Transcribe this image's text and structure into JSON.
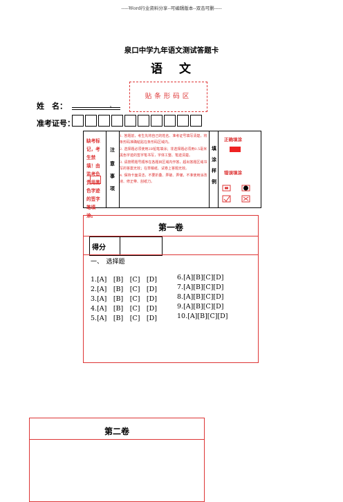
{
  "header_note": "-----Word行业资料分享--可编辑版本--双击可删-----",
  "title": "泉口中学九年语文测试答题卡",
  "subject": "语文",
  "barcode_label": "贴条形码区",
  "name_label": "姓　名：",
  "name_comma": "，",
  "id_label": "准考证号：",
  "notice": {
    "col1_text": "缺考标记，考生禁填！由监考负责用黑色字迹的签字笔填涂。",
    "col2_chars": [
      "注",
      "意",
      "事",
      "项"
    ],
    "items": [
      "1. 答题前，考生先将自己的姓名、准考证号填写清楚，将条形码准确粘贴在条形码区域内。",
      "2. 选择题必须使用2B铅笔填涂；非选择题必须用0.5毫米黑色字迹的签字笔书写，字体工整、笔迹清楚。",
      "3. 请按照题号顺序在各题目区域内作答，超出答题区域书写的答案无效；在草稿纸、试卷上答题无效。",
      "4. 保持卡面清洁，不要折叠、弄破、弄皱，不准使用涂改液、修正带、刮纸刀。"
    ],
    "col4_chars": [
      "填",
      "涂",
      "样",
      "例"
    ],
    "correct_label": "正确填涂",
    "wrong_label": "错误填涂"
  },
  "section1": {
    "title": "第一卷",
    "score_label": "得分",
    "question_type": "一、　选择题",
    "rows": [
      "1.[A]　[B]　[C]　[D]",
      "2.[A]　[B]　[C]　[D]",
      "3.[A]　[B]　[C]　[D]",
      "4.[A]　[B]　[C]　[D]",
      "5.[A]　[B]　[C]　[D]"
    ],
    "rows_right": [
      "6.[A][B][C][D]",
      "7.[A][B][C][D]",
      "8.[A][B][C][D]",
      "9.[A][B][C][D]",
      "10.[A][B][C][D]"
    ]
  },
  "section2": {
    "title": "第二卷"
  },
  "colors": {
    "accent_red": "#dd3333"
  }
}
